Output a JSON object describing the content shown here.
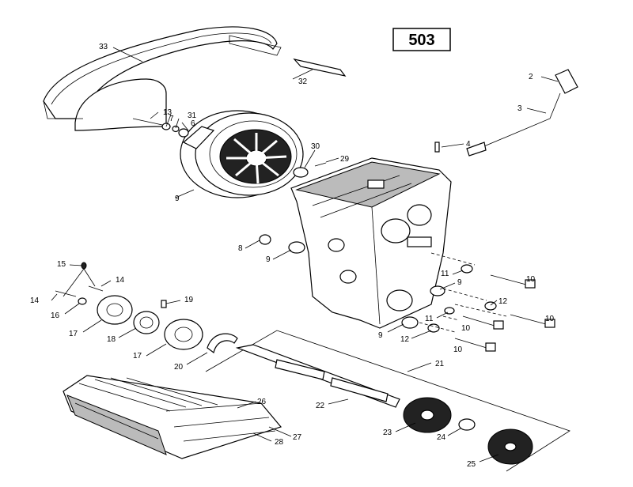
{
  "page_number": "503",
  "callouts": {
    "c2": "2",
    "c3": "3",
    "c4": "4",
    "c6": "6",
    "c7": "7",
    "c8": "8",
    "c9a": "9",
    "c9b": "9",
    "c9c": "9",
    "c9d": "9",
    "c10a": "10",
    "c10b": "10",
    "c10c": "10",
    "c10d": "10",
    "c11a": "11",
    "c11b": "11",
    "c12a": "12",
    "c12b": "12",
    "c13": "13",
    "c14a": "14",
    "c14b": "14",
    "c15": "15",
    "c16": "16",
    "c17a": "17",
    "c17b": "17",
    "c18": "18",
    "c19": "19",
    "c20": "20",
    "c21": "21",
    "c22": "22",
    "c23": "23",
    "c24": "24",
    "c25": "25",
    "c26": "26",
    "c27": "27",
    "c28": "28",
    "c29": "29",
    "c30": "30",
    "c31": "31",
    "c32": "32",
    "c33": "33"
  }
}
